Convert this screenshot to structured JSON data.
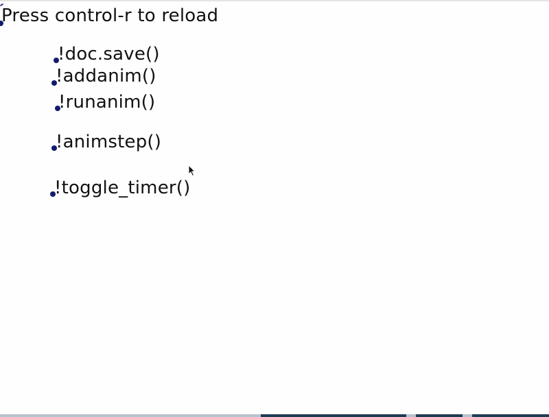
{
  "header": {
    "title": "Press control-r to reload"
  },
  "commands": [
    {
      "label": "!doc.save()"
    },
    {
      "label": "!addanim()"
    },
    {
      "label": "!runanim()"
    },
    {
      "label": "!animstep()"
    },
    {
      "label": "!toggle_timer()"
    }
  ],
  "colors": {
    "dot": "#141a6e",
    "text": "#111111",
    "background": "#fefefe"
  },
  "icons": {
    "cursor": "arrow-cursor-icon",
    "node": "node-dot-icon"
  }
}
